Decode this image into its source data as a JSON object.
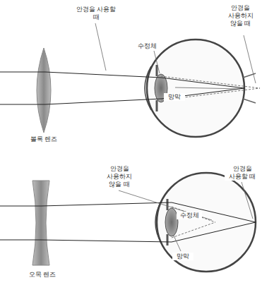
{
  "diagram": {
    "labels": [
      "안경을 사용할 때",
      "안경을 사용하지 않을 때",
      "수정체",
      "망막",
      "볼록 렌즈",
      "안경을 사용하지 않을 때",
      "안경을 사용할 때",
      "수정체",
      "망막",
      "오목 렌즈"
    ]
  }
}
